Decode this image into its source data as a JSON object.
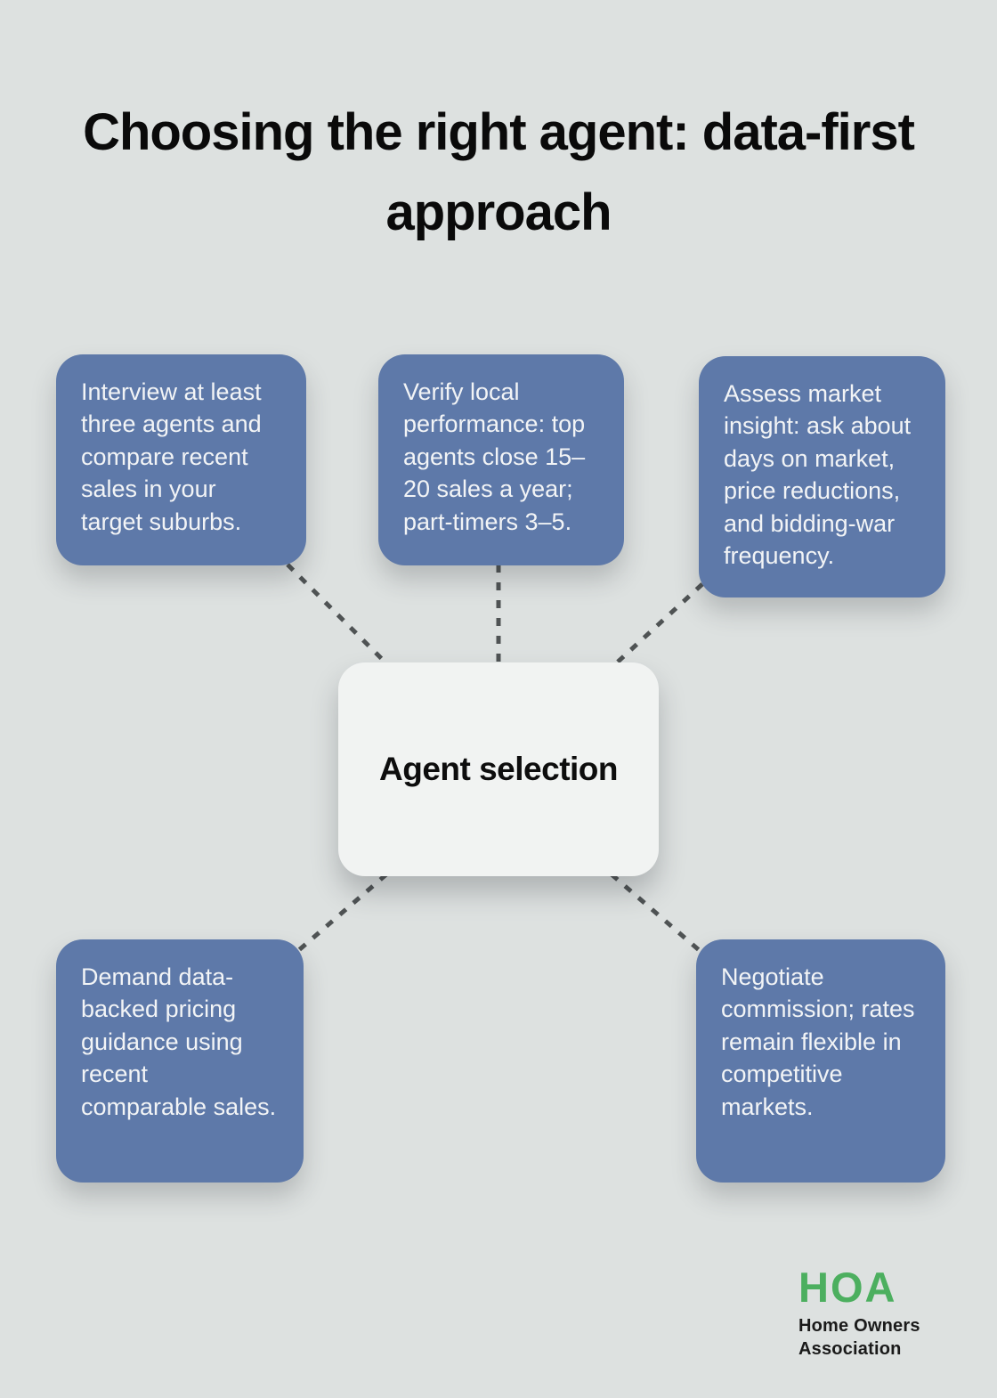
{
  "title": "Choosing the right agent: data-first approach",
  "center": {
    "label": "Agent selection"
  },
  "nodes": [
    {
      "id": "interview",
      "text": "Interview at least three agents and compare recent sales in your target suburbs."
    },
    {
      "id": "verify-performance",
      "text": "Verify local performance: top agents close 15–20 sales a year; part-timers 3–5."
    },
    {
      "id": "assess-insight",
      "text": "Assess market insight: ask about days on market, price reductions, and bidding-war frequency."
    },
    {
      "id": "demand-pricing",
      "text": "Demand data-backed pricing guidance using recent comparable sales."
    },
    {
      "id": "negotiate-commission",
      "text": "Negotiate commission; rates remain flexible in competitive markets."
    }
  ],
  "logo": {
    "acronym": "HOA",
    "name_line1": "Home Owners",
    "name_line2": "Association"
  },
  "colors": {
    "background": "#dde1e0",
    "node_fill": "#5e79a9",
    "node_text": "#f2f4f6",
    "center_fill": "#f1f3f2",
    "center_text": "#0d0d0d",
    "connector": "#4f5354",
    "title_text": "#0a0a0a",
    "logo_green": "#4caf5f",
    "logo_text": "#1a1a1a"
  }
}
